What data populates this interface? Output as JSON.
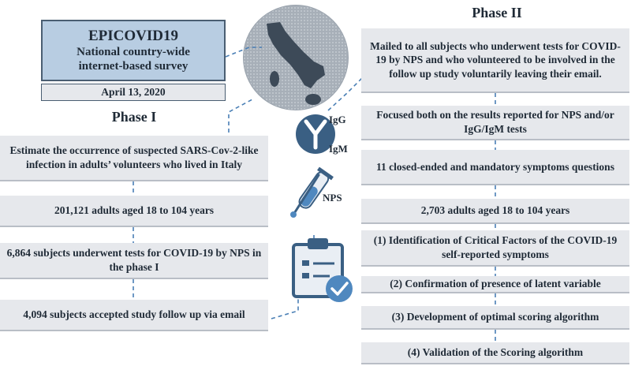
{
  "header": {
    "title": "EPICOVID19",
    "subtitle_line1": "National country-wide",
    "subtitle_line2": "internet-based survey",
    "date": "April 13, 2020"
  },
  "phase1": {
    "title": "Phase I",
    "steps": [
      "Estimate the occurrence of suspected SARS-Cov-2-like infection in adults’ volunteers who lived in Italy",
      "201,121 adults aged 18 to 104 years",
      "6,864 subjects underwent tests for COVID-19 by NPS in the phase I",
      "4,094 subjects accepted study follow up via email"
    ]
  },
  "phase2": {
    "title": "Phase II",
    "steps": [
      "Mailed to all subjects who underwent tests for COVID-19 by NPS and who volunteered to be involved in the follow up study voluntarily leaving their email.",
      "Focused both on the results reported for NPS and/or IgG/IgM tests",
      "11 closed-ended and mandatory symptoms questions",
      "2,703 adults aged 18 to 104 years",
      "(1) Identification of Critical Factors of the COVID-19 self-reported symptoms",
      "(2) Confirmation of presence of latent variable",
      "(3) Development of optimal scoring algorithm",
      "(4) Validation of the Scoring algorithm"
    ]
  },
  "icons": {
    "igg_label": "IgG",
    "igm_label": "IgM",
    "nps_label": "NPS",
    "globe": "italy-globe-icon",
    "antibody": "antibody-icon",
    "swab": "test-tube-swab-icon",
    "clipboard": "clipboard-check-icon"
  },
  "colors": {
    "header_fill": "#b8cde2",
    "box_fill": "#e6e8ec",
    "connector": "#4a7fb5",
    "icon_blue": "#3a5f83",
    "icon_light": "#4f88bf"
  }
}
